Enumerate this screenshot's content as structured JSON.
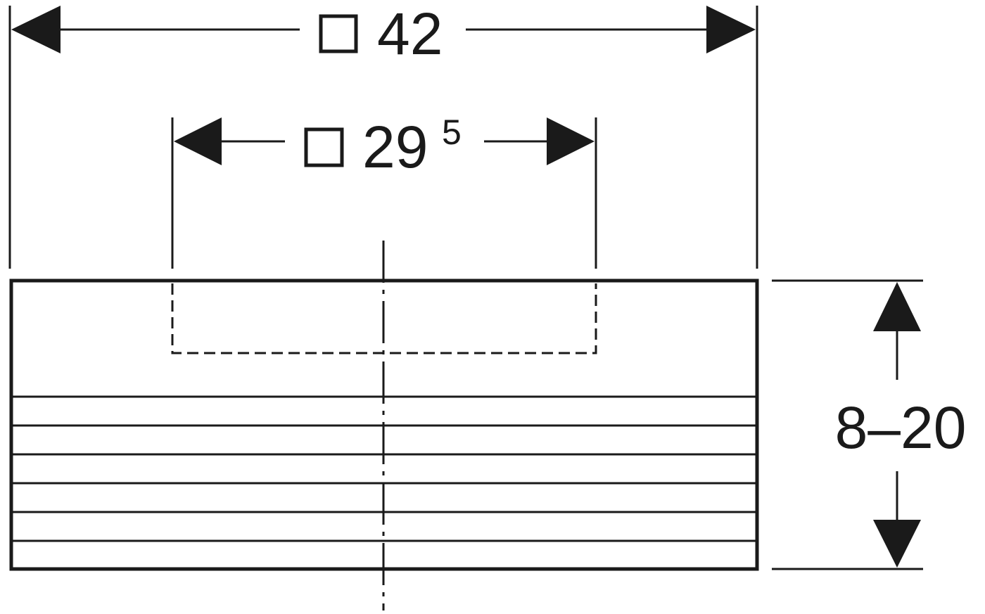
{
  "dimensions": {
    "outer_width": {
      "symbol": "square",
      "value": "42"
    },
    "inner_width": {
      "symbol": "square",
      "value": "29",
      "superscript": "5"
    },
    "height_range": {
      "value": "8–20"
    }
  },
  "drawing": {
    "stroke_color": "#1a1a1a",
    "background": "#ffffff",
    "groove_count": 6
  }
}
